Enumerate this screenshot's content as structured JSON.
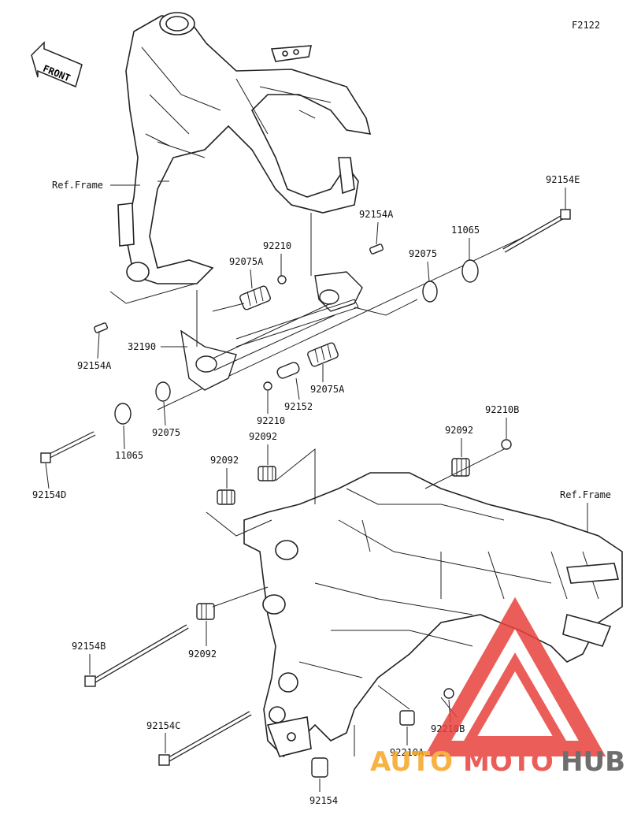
{
  "figure_code": "F2122",
  "front_label": "FRONT",
  "ref_frame_labels": [
    "Ref.Frame",
    "Ref.Frame"
  ],
  "part_labels": {
    "p92154E": "92154E",
    "p92154A_top": "92154A",
    "p11065_top": "11065",
    "p92075_top": "92075",
    "p92210_top": "92210",
    "p92075A_top": "92075A",
    "p92154A_left": "92154A",
    "p32190": "32190",
    "p92075A_mid": "92075A",
    "p92210_mid": "92210",
    "p92152": "92152",
    "p92075_mid": "92075",
    "p11065_mid": "11065",
    "p92154D": "92154D",
    "p92210B_top": "92210B",
    "p92092_a": "92092",
    "p92092_b": "92092",
    "p92092_c": "92092",
    "p92092_d": "92092",
    "p92154B": "92154B",
    "p92154C": "92154C",
    "p92210B_bot": "92210B",
    "p92210A": "92210A",
    "p92154": "92154"
  },
  "watermark": {
    "brand_auto": "AUTO",
    "brand_moto": "MOTO",
    "brand_hub": "HUB",
    "colors": {
      "red": "#e8413c",
      "orange": "#f5a623",
      "gray": "#555555"
    }
  }
}
